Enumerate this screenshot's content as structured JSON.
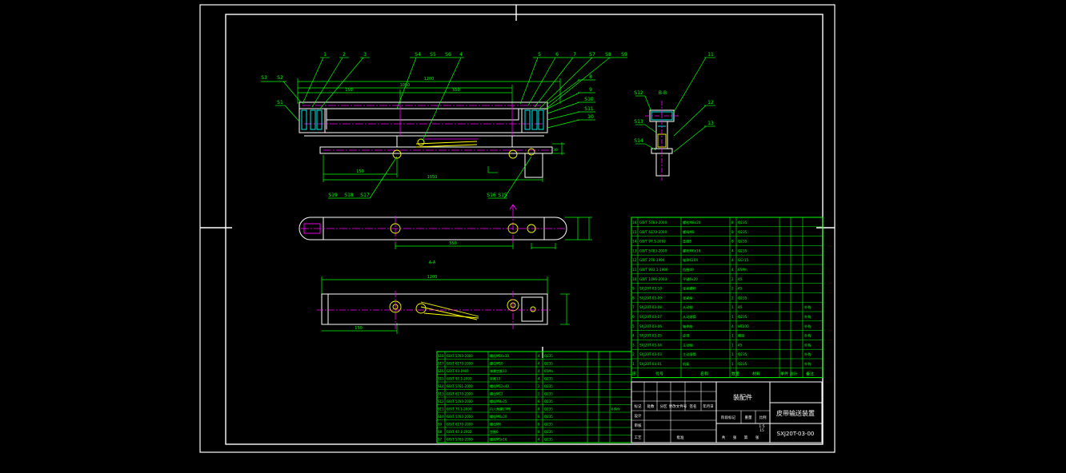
{
  "colors": {
    "background": "#000000",
    "frame": "#ffffff",
    "outline": "#ffffff",
    "dimension": "#00ff00",
    "centerline": "#ff00ff",
    "part": "#00ffff",
    "hatch": "#ffff00"
  },
  "title_block": {
    "drawing_name": "皮带输送装置",
    "drawing_number": "SXJ20T-03-00",
    "type_label": "装配件",
    "scale": "1:5",
    "sheet": "15",
    "header_cells": [
      "标记",
      "处数",
      "分区",
      "更改文件号",
      "签名",
      "年月日"
    ],
    "role_cells": [
      "设计",
      "审核",
      "工艺",
      "批准"
    ],
    "stage_cells": [
      "阶段标记",
      "重量",
      "比例"
    ],
    "footer_cells": [
      "共",
      "张",
      "第",
      "张"
    ]
  },
  "bom_header": {
    "seq": "序",
    "code": "代号",
    "name": "名称",
    "qty": "数量",
    "material": "材料",
    "weight": "单件 总计",
    "remark": "备注"
  },
  "bom_right": [
    {
      "seq": "16",
      "code": "GB/T 5783-2000",
      "name": "螺栓M8x20",
      "qty": "8",
      "material": "Q235",
      "remark": ""
    },
    {
      "seq": "15",
      "code": "GB/T 6170-2000",
      "name": "螺母M8",
      "qty": "8",
      "material": "Q235",
      "remark": ""
    },
    {
      "seq": "14",
      "code": "GB/T 97.1-2002",
      "name": "垫圈8",
      "qty": "8",
      "material": "Q235",
      "remark": ""
    },
    {
      "seq": "13",
      "code": "GB/T 5783-2000",
      "name": "螺栓M6x16",
      "qty": "4",
      "material": "Q235",
      "remark": ""
    },
    {
      "seq": "12",
      "code": "GB/T 276-1994",
      "name": "轴承6204",
      "qty": "4",
      "material": "GCr15",
      "remark": ""
    },
    {
      "seq": "11",
      "code": "GB/T 893.1-1986",
      "name": "挡圈40",
      "qty": "4",
      "material": "65Mn",
      "remark": ""
    },
    {
      "seq": "10",
      "code": "GB/T 1096-2003",
      "name": "平键6x20",
      "qty": "2",
      "material": "45",
      "remark": ""
    },
    {
      "seq": "9",
      "code": "SXJ20T-03-10",
      "name": "张紧螺杆",
      "qty": "2",
      "material": "45",
      "remark": ""
    },
    {
      "seq": "8",
      "code": "SXJ20T-03-09",
      "name": "张紧座",
      "qty": "2",
      "material": "Q235",
      "remark": ""
    },
    {
      "seq": "7",
      "code": "SXJ20T-03-08",
      "name": "从动轴",
      "qty": "1",
      "material": "45",
      "remark": "外购"
    },
    {
      "seq": "6",
      "code": "SXJ20T-03-07",
      "name": "从动滚筒",
      "qty": "1",
      "material": "Q235",
      "remark": "外购"
    },
    {
      "seq": "5",
      "code": "SXJ20T-03-06",
      "name": "轴承座",
      "qty": "4",
      "material": "HT200",
      "remark": "外购"
    },
    {
      "seq": "4",
      "code": "SXJ20T-03-05",
      "name": "皮带",
      "qty": "1",
      "material": "橡胶",
      "remark": "外购"
    },
    {
      "seq": "3",
      "code": "SXJ20T-03-04",
      "name": "主动轴",
      "qty": "1",
      "material": "45",
      "remark": "外购"
    },
    {
      "seq": "2",
      "code": "SXJ20T-03-03",
      "name": "主动滚筒",
      "qty": "1",
      "material": "Q235",
      "remark": "外购"
    },
    {
      "seq": "1",
      "code": "SXJ20T-03-01",
      "name": "机架",
      "qty": "1",
      "material": "Q235",
      "remark": "外购"
    }
  ],
  "bom_left": [
    {
      "seq": "S18",
      "code": "GB/T 5783-2000",
      "name": "螺栓M10x30",
      "qty": "4",
      "material": "Q235"
    },
    {
      "seq": "S17",
      "code": "GB/T 6170-2000",
      "name": "螺母M10",
      "qty": "4",
      "material": "Q235"
    },
    {
      "seq": "S16",
      "code": "GB/T 93-1987",
      "name": "弹簧垫圈10",
      "qty": "4",
      "material": "65Mn"
    },
    {
      "seq": "S15",
      "code": "GB/T 97.1-2002",
      "name": "垫圈10",
      "qty": "4",
      "material": "Q235"
    },
    {
      "seq": "S14",
      "code": "GB/T 5781-2000",
      "name": "螺栓M12x40",
      "qty": "2",
      "material": "Q235"
    },
    {
      "seq": "S13",
      "code": "GB/T 6170-2000",
      "name": "螺母M12",
      "qty": "2",
      "material": "Q235"
    },
    {
      "seq": "S12",
      "code": "GB/T 5783-2000",
      "name": "螺栓M8x25",
      "qty": "6",
      "material": "Q235"
    },
    {
      "seq": "S11",
      "code": "GB/T 70.1-2000",
      "name": "内六角螺钉M6",
      "qty": "8",
      "material": "Q235",
      "remark": "外购件"
    },
    {
      "seq": "S10",
      "code": "GB/T 5783-2000",
      "name": "螺栓M6x20",
      "qty": "8",
      "material": "Q235"
    },
    {
      "seq": "S9",
      "code": "GB/T 6170-2000",
      "name": "螺母M6",
      "qty": "8",
      "material": "Q235"
    },
    {
      "seq": "S8",
      "code": "GB/T 97.1-2002",
      "name": "垫圈6",
      "qty": "8",
      "material": "Q235"
    },
    {
      "seq": "S7",
      "code": "GB/T 5783-2000",
      "name": "螺栓M5x16",
      "qty": "4",
      "material": "Q235"
    }
  ],
  "balloons_top_left": [
    "1",
    "2",
    "3"
  ],
  "balloons_top_mid": [
    "S4",
    "S5",
    "S6",
    "4"
  ],
  "balloons_top_right": [
    "5",
    "6",
    "7",
    "S7",
    "S8",
    "S9"
  ],
  "balloons_left": [
    "S3",
    "S2",
    "S1"
  ],
  "balloons_right_mid": [
    "8",
    "9",
    "S10",
    "S11",
    "10"
  ],
  "balloons_bottom_left": [
    "S19",
    "S18",
    "S17"
  ],
  "balloons_bottom_right": [
    "S16",
    "S15"
  ],
  "section_label": "B-B",
  "section_balloons": [
    "11",
    "12",
    "13",
    "S12",
    "S13",
    "S14"
  ],
  "view_label": "A-A",
  "dims": {
    "overall": "1200",
    "span": "1050",
    "pitch": "550",
    "left": "150",
    "small": "30"
  }
}
